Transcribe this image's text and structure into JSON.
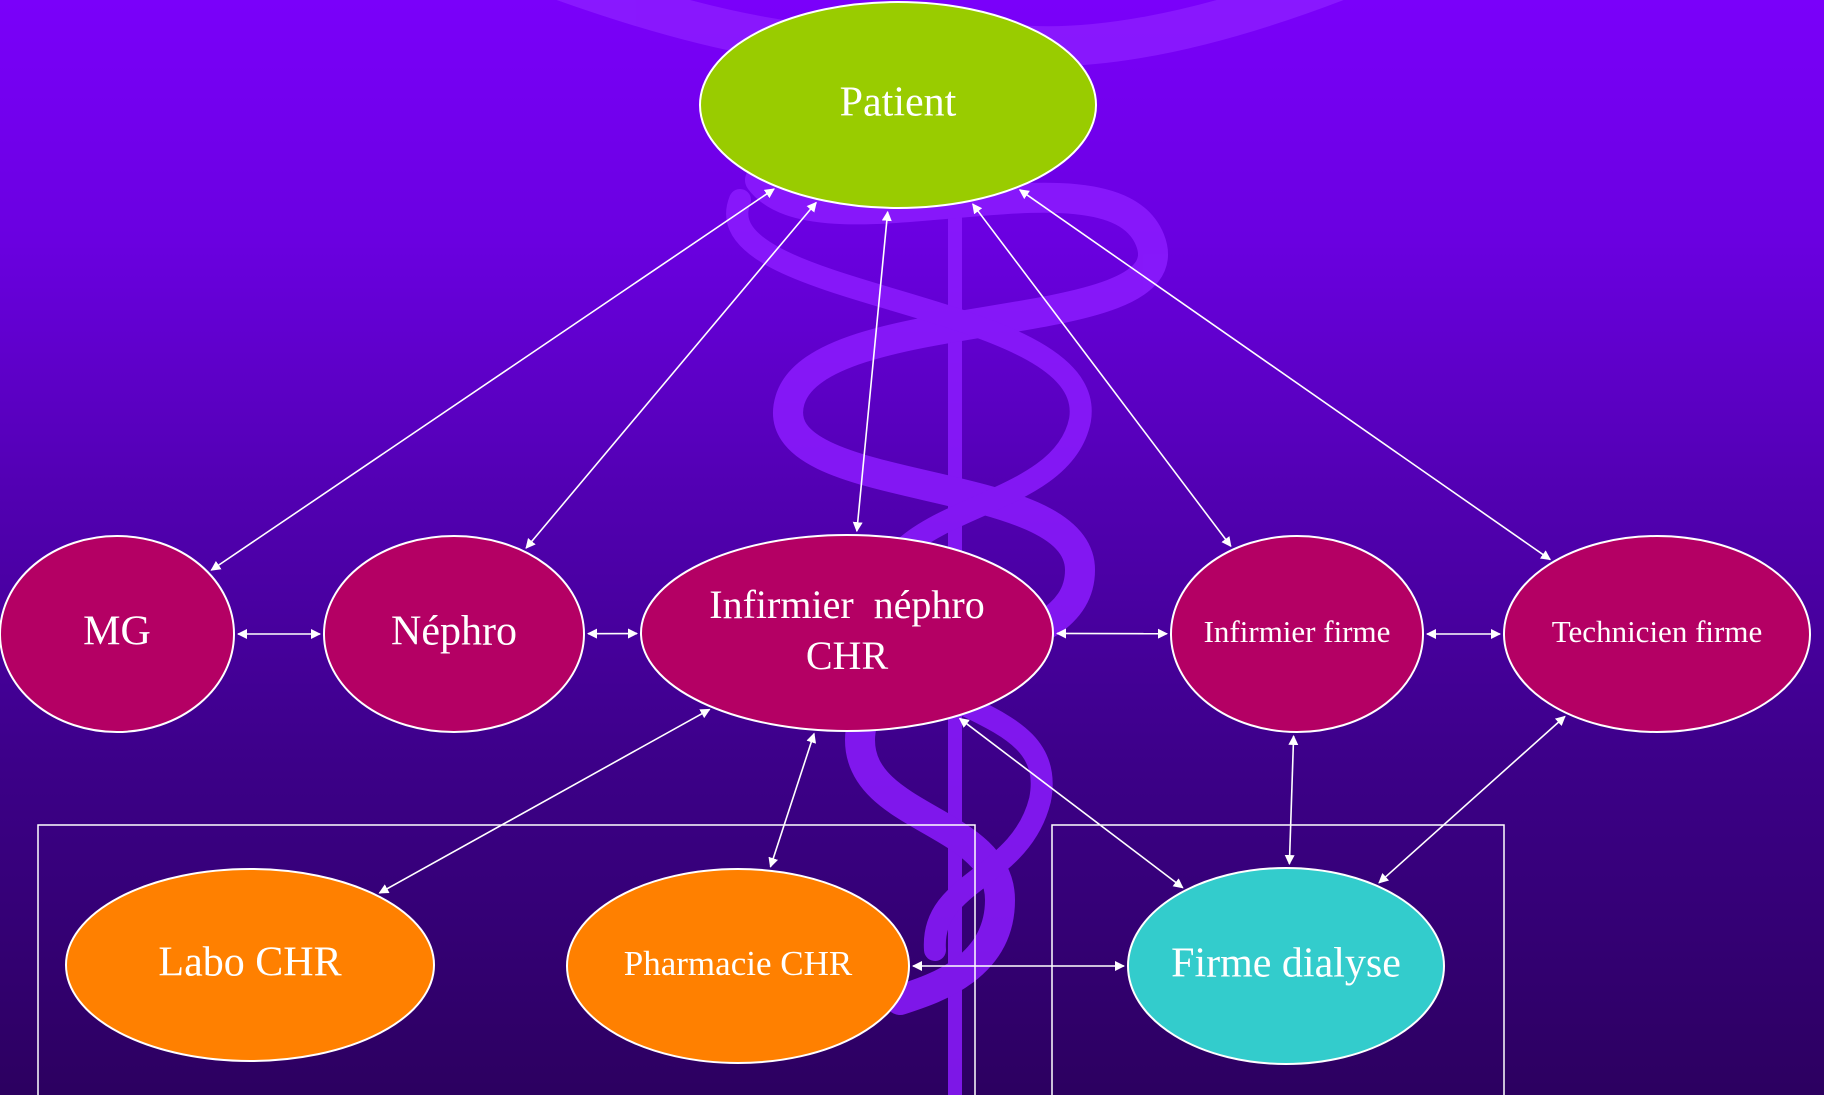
{
  "colors": {
    "background_top": "#7a00fa",
    "background_bottom": "#2c0060",
    "patient": "#99cc00",
    "actor": "#b40064",
    "chr_service": "#ff8000",
    "firm": "#33cccc",
    "watermark": "#8c1cff",
    "line": "#ffffff"
  },
  "watermark_icon": "caduceus-icon",
  "nodes": {
    "patient": {
      "label": "Patient",
      "color": "#99cc00"
    },
    "mg": {
      "label": "MG",
      "color": "#b40064"
    },
    "nephro": {
      "label": "Néphro",
      "color": "#b40064"
    },
    "infirmier_nephro": {
      "label_line1": "Infirmier  néphro",
      "label_line2": "CHR",
      "color": "#b40064"
    },
    "infirmier_firme": {
      "label": "Infirmier firme",
      "color": "#b40064"
    },
    "technicien_firme": {
      "label": "Technicien firme",
      "color": "#b40064"
    },
    "labo_chr": {
      "label": "Labo CHR",
      "color": "#ff8000"
    },
    "pharmacie_chr": {
      "label": "Pharmacie CHR",
      "color": "#ff8000"
    },
    "firme_dialyse": {
      "label": "Firme dialyse",
      "color": "#33cccc"
    }
  },
  "edges": [
    {
      "from": "patient",
      "to": "mg",
      "type": "bidirectional"
    },
    {
      "from": "patient",
      "to": "nephro",
      "type": "bidirectional"
    },
    {
      "from": "patient",
      "to": "infirmier_nephro",
      "type": "bidirectional"
    },
    {
      "from": "patient",
      "to": "infirmier_firme",
      "type": "bidirectional"
    },
    {
      "from": "patient",
      "to": "technicien_firme",
      "type": "bidirectional"
    },
    {
      "from": "mg",
      "to": "nephro",
      "type": "bidirectional"
    },
    {
      "from": "nephro",
      "to": "infirmier_nephro",
      "type": "bidirectional"
    },
    {
      "from": "infirmier_nephro",
      "to": "infirmier_firme",
      "type": "bidirectional"
    },
    {
      "from": "infirmier_firme",
      "to": "technicien_firme",
      "type": "bidirectional"
    },
    {
      "from": "infirmier_nephro",
      "to": "labo_chr",
      "type": "bidirectional"
    },
    {
      "from": "infirmier_nephro",
      "to": "pharmacie_chr",
      "type": "bidirectional"
    },
    {
      "from": "infirmier_nephro",
      "to": "firme_dialyse",
      "type": "bidirectional"
    },
    {
      "from": "infirmier_firme",
      "to": "firme_dialyse",
      "type": "bidirectional"
    },
    {
      "from": "technicien_firme",
      "to": "firme_dialyse",
      "type": "bidirectional"
    },
    {
      "from": "pharmacie_chr",
      "to": "firme_dialyse",
      "type": "bidirectional"
    }
  ],
  "groups": [
    {
      "id": "chr-group",
      "members": [
        "labo_chr",
        "pharmacie_chr"
      ]
    },
    {
      "id": "firm-group",
      "members": [
        "firme_dialyse"
      ]
    }
  ]
}
